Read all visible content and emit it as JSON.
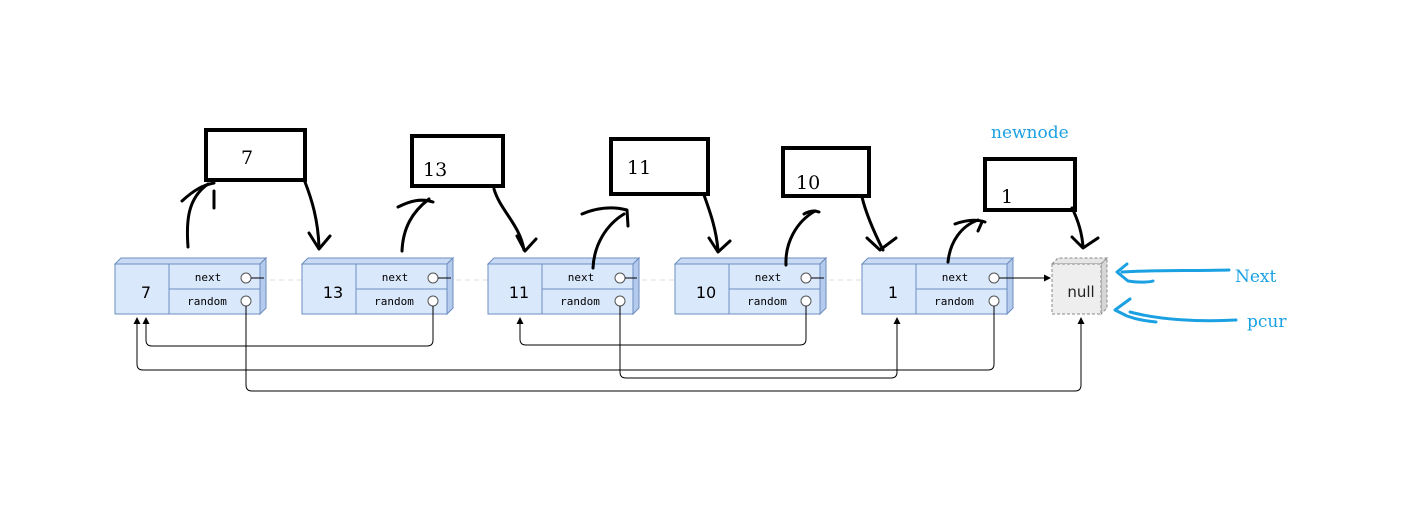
{
  "diagram": {
    "nodes": [
      {
        "value": "7",
        "next_label": "next",
        "random_label": "random"
      },
      {
        "value": "13",
        "next_label": "next",
        "random_label": "random"
      },
      {
        "value": "11",
        "next_label": "next",
        "random_label": "random"
      },
      {
        "value": "10",
        "next_label": "next",
        "random_label": "random"
      },
      {
        "value": "1",
        "next_label": "next",
        "random_label": "random"
      }
    ],
    "null_label": "null",
    "copies": [
      "7",
      "13",
      "11",
      "10",
      "1"
    ],
    "annotations": {
      "newnode": "newnode",
      "next": "Next",
      "pcur": "pcur"
    },
    "colors": {
      "node_fill": "#dae8fc",
      "node_stroke": "#6c8ebf",
      "null_fill": "#eeeeee",
      "annotation": "#1ba1e2",
      "ink": "#000000"
    }
  }
}
